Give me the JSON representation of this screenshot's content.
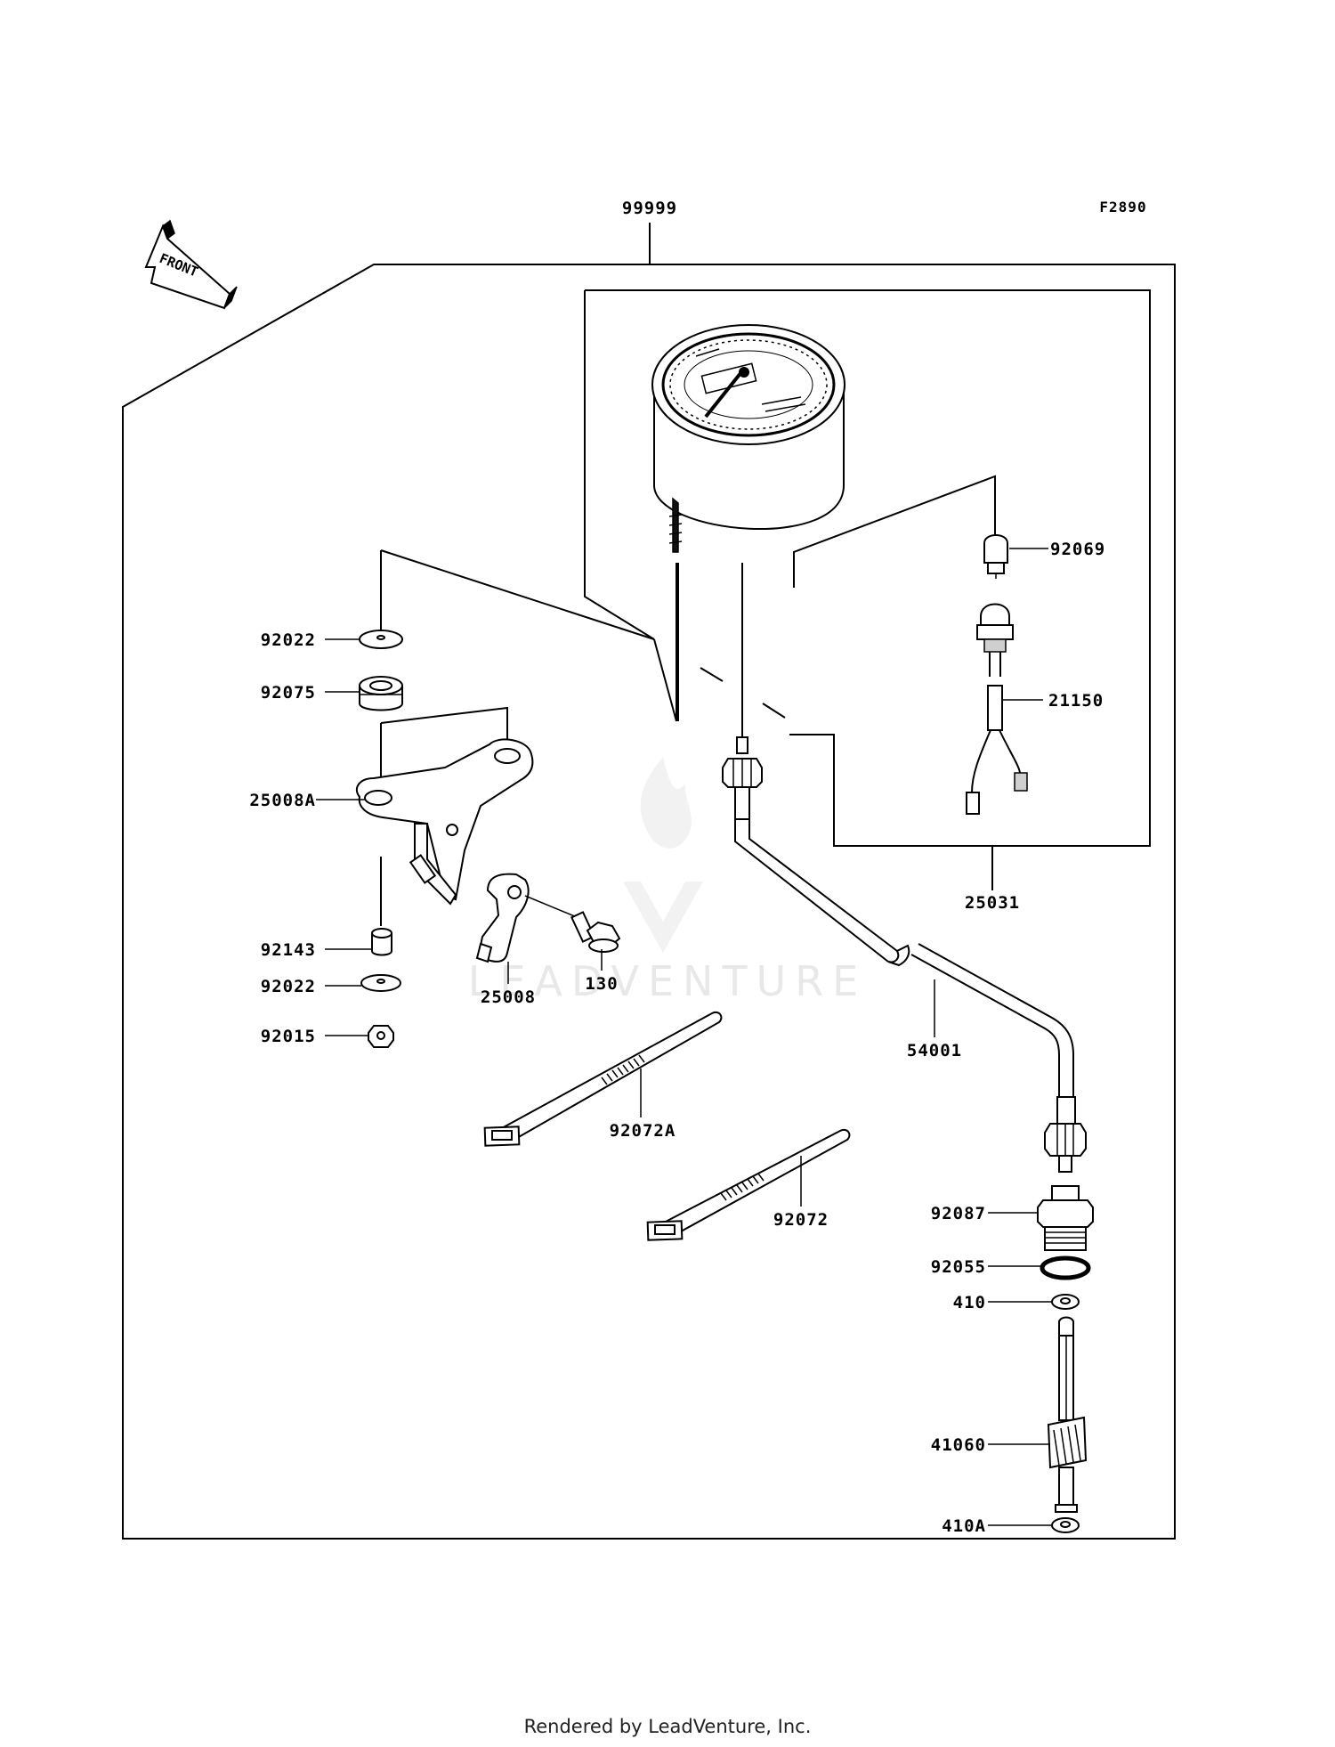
{
  "diagram": {
    "figure_code": "F2890",
    "front_label": "FRONT",
    "watermark": "LEADVENTURE",
    "footer": "Rendered by LeadVenture, Inc.",
    "callouts": [
      {
        "id": "c-99999",
        "text": "99999"
      },
      {
        "id": "c-92069",
        "text": "92069"
      },
      {
        "id": "c-21150",
        "text": "21150"
      },
      {
        "id": "c-25031",
        "text": "25031"
      },
      {
        "id": "c-92022-top",
        "text": "92022"
      },
      {
        "id": "c-92075",
        "text": "92075"
      },
      {
        "id": "c-25008A",
        "text": "25008A"
      },
      {
        "id": "c-92143",
        "text": "92143"
      },
      {
        "id": "c-92022-bot",
        "text": "92022"
      },
      {
        "id": "c-92015",
        "text": "92015"
      },
      {
        "id": "c-25008",
        "text": "25008"
      },
      {
        "id": "c-130",
        "text": "130"
      },
      {
        "id": "c-54001",
        "text": "54001"
      },
      {
        "id": "c-92072A",
        "text": "92072A"
      },
      {
        "id": "c-92072",
        "text": "92072"
      },
      {
        "id": "c-92087",
        "text": "92087"
      },
      {
        "id": "c-92055",
        "text": "92055"
      },
      {
        "id": "c-410",
        "text": "410"
      },
      {
        "id": "c-41060",
        "text": "41060"
      },
      {
        "id": "c-410A",
        "text": "410A"
      }
    ]
  }
}
